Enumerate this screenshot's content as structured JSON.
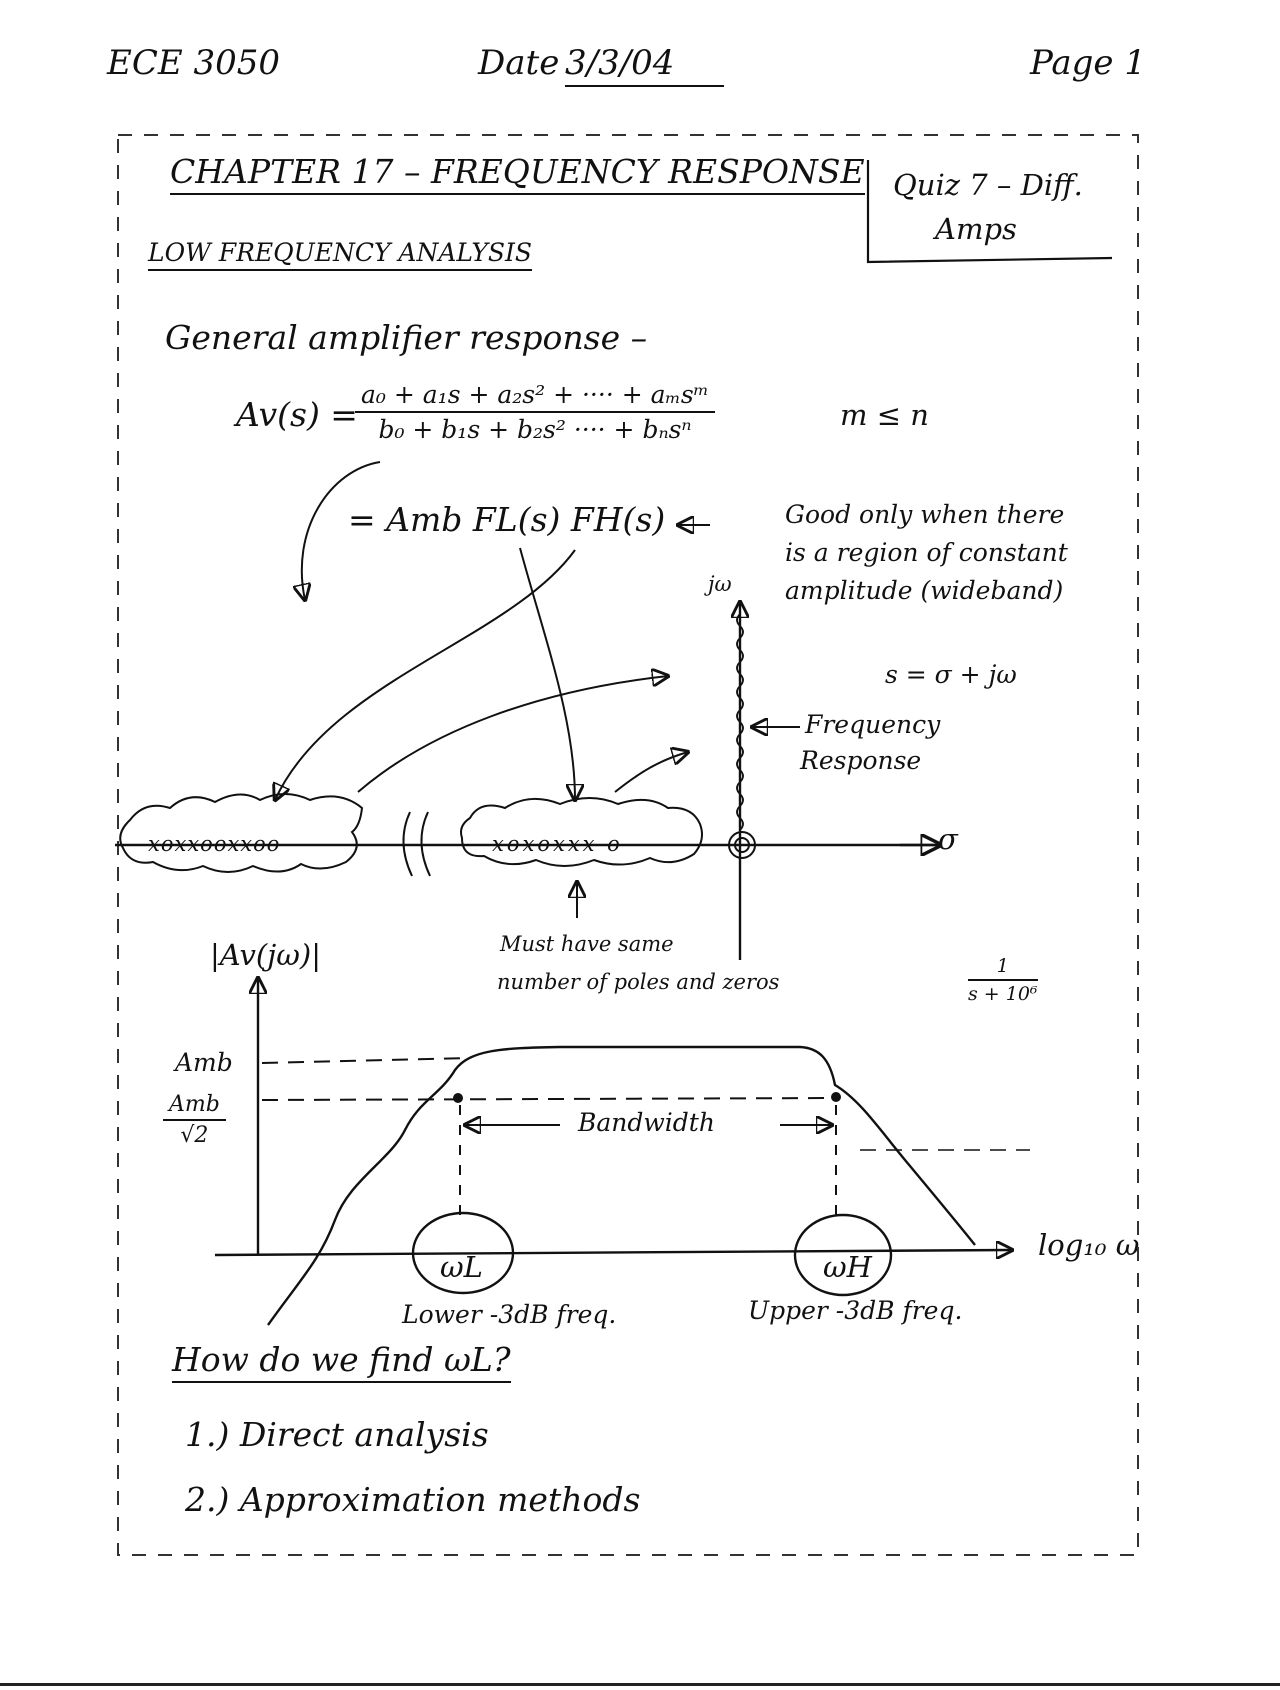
{
  "header": {
    "course": "ECE 3050",
    "date_label": "Date",
    "date_value": "3/3/04",
    "page": "Page 1"
  },
  "title": {
    "chapter": "CHAPTER 17 – FREQUENCY RESPONSE",
    "section": "LOW FREQUENCY ANALYSIS"
  },
  "quiz_box": {
    "line1": "Quiz 7 – Diff.",
    "line2": "Amps"
  },
  "notes": {
    "general": "General amplifier response –",
    "av_lhs": "Av(s) =",
    "numerator": "a₀ + a₁s + a₂s² + ···· + aₘsᵐ",
    "denominator": "b₀ + b₁s + b₂s² ···· + bₙsⁿ",
    "m_le_n": "m ≤ n",
    "amb_expr": "= Amb FL(s) FH(s)",
    "good_only_1": "Good only when there",
    "good_only_2": "is a region of constant",
    "good_only_3": "amplitude (wideband)",
    "s_def": "s = σ + jω",
    "freq_resp_1": "Frequency",
    "freq_resp_2": "Response",
    "jw_label": "jω",
    "sigma_label": "σ",
    "left_cluster": "xoxxooxxoo",
    "mid_cluster": "xoxoxxx o",
    "must_have_1": "Must have same",
    "must_have_2": "number of poles and zeros",
    "side_fraction_num": "1",
    "side_fraction_den": "s + 10⁶"
  },
  "bode": {
    "y_axis_label": "|Av(jω)|",
    "amb_label": "Amb",
    "amb_root2_num": "Amb",
    "amb_root2_den": "√2",
    "bandwidth_label": "Bandwidth",
    "omega_l": "ωL",
    "omega_h": "ωH",
    "lower_label": "Lower -3dB freq.",
    "upper_label": "Upper -3dB freq.",
    "x_axis_label": "log₁₀ ω"
  },
  "questions": {
    "how": "How do we find ωL?",
    "item1": "1.) Direct analysis",
    "item2": "2.) Approximation methods"
  },
  "colors": {
    "ink": "#111111",
    "paper": "#ffffff",
    "dash_border": "#333333"
  }
}
